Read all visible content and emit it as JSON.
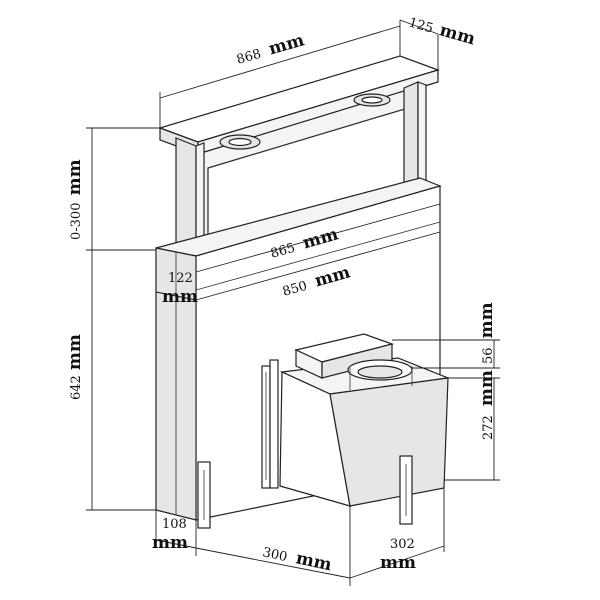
{
  "dimensions": {
    "top_width": {
      "value": "868",
      "unit": "mm"
    },
    "top_depth": {
      "value": "125",
      "unit": "mm"
    },
    "lift_height": {
      "value": "0-300",
      "unit": "mm"
    },
    "body_width": {
      "value": "865",
      "unit": "mm"
    },
    "body_depth": {
      "value": "122",
      "unit": "mm"
    },
    "inner_width": {
      "value": "850",
      "unit": "mm"
    },
    "body_height": {
      "value": "642",
      "unit": "mm"
    },
    "motor_collar": {
      "value": "56",
      "unit": "mm"
    },
    "motor_height": {
      "value": "272",
      "unit": "mm"
    },
    "base_depth": {
      "value": "108",
      "unit": "mm"
    },
    "motor_width": {
      "value": "300",
      "unit": "mm"
    },
    "motor_depth": {
      "value": "302",
      "unit": "mm"
    }
  }
}
